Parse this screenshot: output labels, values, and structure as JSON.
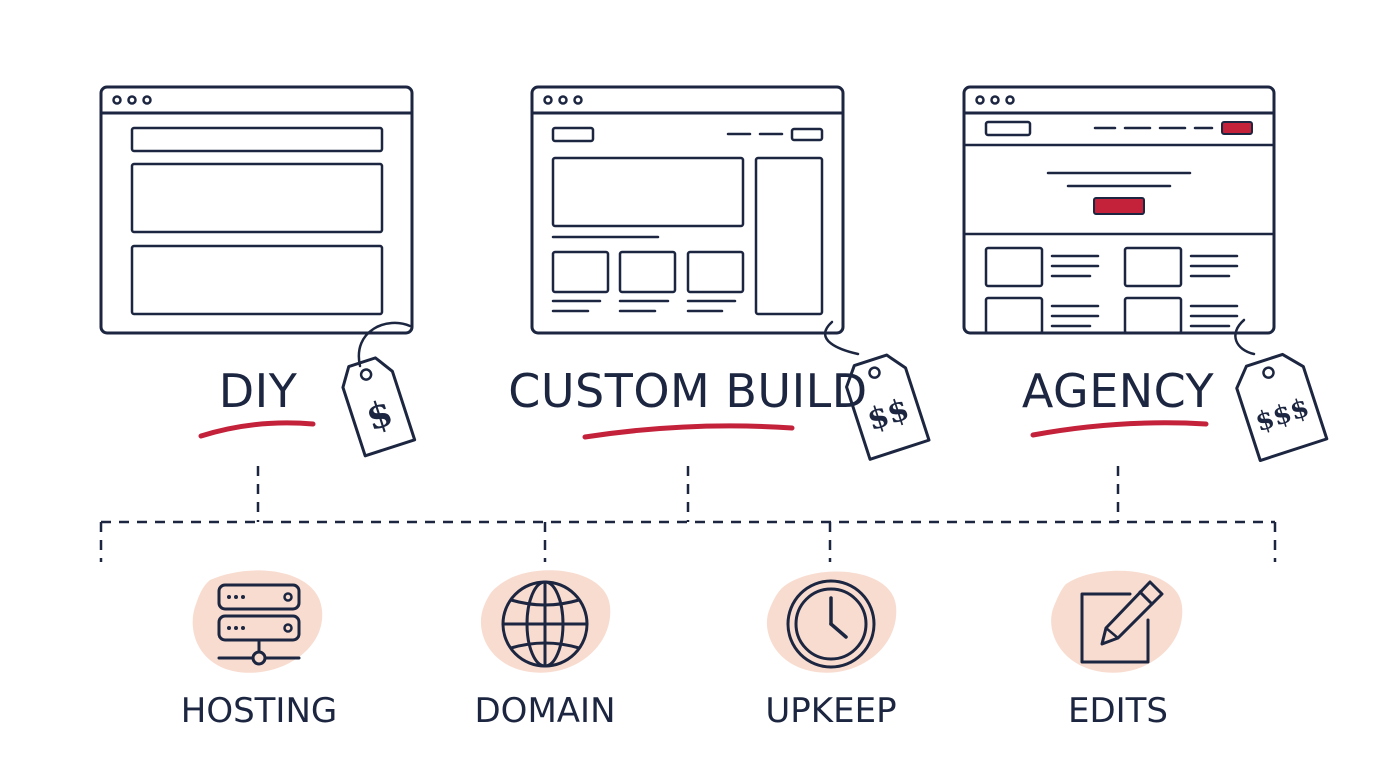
{
  "colors": {
    "ink": "#1c2640",
    "accent": "#c4213a",
    "blob": "#f8dcd0",
    "background": "#ffffff"
  },
  "options": [
    {
      "title": "DIY",
      "price_tag": "$"
    },
    {
      "title": "CUSTOM BUILD",
      "price_tag": "$$"
    },
    {
      "title": "AGENCY",
      "price_tag": "$$$"
    }
  ],
  "costs": [
    {
      "label": "HOSTING",
      "icon": "server-icon"
    },
    {
      "label": "DOMAIN",
      "icon": "globe-icon"
    },
    {
      "label": "UPKEEP",
      "icon": "clock-icon"
    },
    {
      "label": "EDITS",
      "icon": "edit-pencil-icon"
    }
  ]
}
